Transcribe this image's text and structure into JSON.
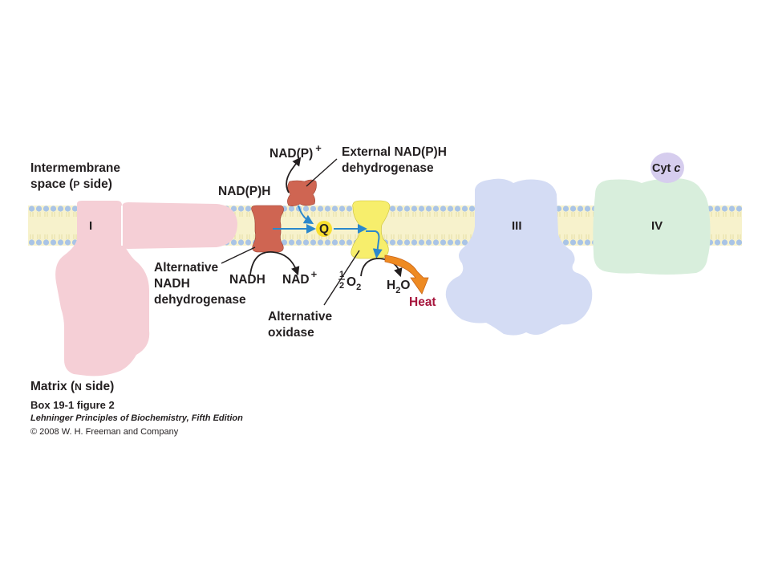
{
  "labels": {
    "intermembrane_line1": "Intermembrane",
    "intermembrane_line2_a": "space (",
    "intermembrane_line2_p": "P",
    "intermembrane_line2_b": " side)",
    "matrix_a": "Matrix (",
    "matrix_n": "N",
    "matrix_b": " side)",
    "nadph_top": "NAD(P)",
    "nadph_top_sup": "+",
    "nadph_left": "NAD(P)H",
    "external_line1": "External NAD(P)H",
    "external_line2": "dehydrogenase",
    "alt_nadh_line1": "Alternative",
    "alt_nadh_line2": "NADH",
    "alt_nadh_line3": "dehydrogenase",
    "nadh": "NADH",
    "nad_plus": "NAD",
    "nad_plus_sup": "+",
    "q": "Q",
    "half_num": "1",
    "half_den": "2",
    "o2": "O",
    "o2_sub": "2",
    "h2o_h": "H",
    "h2o_sub": "2",
    "h2o_o": "O",
    "heat": "Heat",
    "alt_oxidase_line1": "Alternative",
    "alt_oxidase_line2": "oxidase",
    "cyt_c_a": "Cyt ",
    "cyt_c_b": "c",
    "complex_I": "I",
    "complex_III": "III",
    "complex_IV": "IV"
  },
  "caption": {
    "line1": "Box 19-1 figure 2",
    "line2": "Lehninger Principles of Biochemistry, Fifth Edition",
    "line3": "© 2008 W. H. Freeman and Company"
  },
  "colors": {
    "membrane_fill": "#f7f2cc",
    "lipid_head": "#a9c4e6",
    "complex_I": "#f5cfd6",
    "complex_III": "#d4dcf4",
    "complex_IV": "#d8eedc",
    "cyt_c": "#d6cdee",
    "dehydrogenase": "#cf6552",
    "alt_oxidase": "#f7ee6c",
    "q_circle": "#f9df2f",
    "electron_arrow": "#2b88cc",
    "heat_arrow": "#ee8a22",
    "heat_text": "#a6153c"
  }
}
